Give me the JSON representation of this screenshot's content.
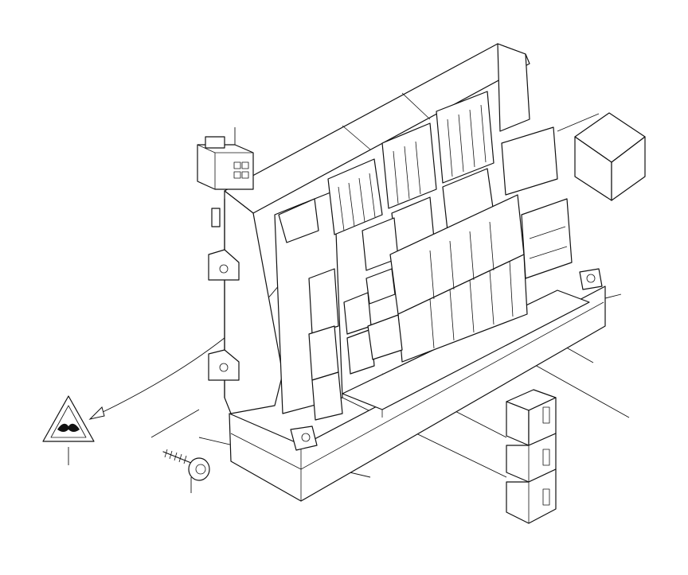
{
  "diagram": {
    "parts": [
      {
        "id": "fuse-box",
        "icon": "fuse-box-icon"
      },
      {
        "id": "plug-connector",
        "icon": "connector-plug-icon"
      },
      {
        "id": "relay-cube",
        "icon": "relay-icon"
      },
      {
        "id": "relay-stack",
        "icon": "relay-stack-icon"
      },
      {
        "id": "screw",
        "icon": "screw-icon"
      },
      {
        "id": "warning-label",
        "icon": "warning-triangle-icon"
      }
    ],
    "colors": {
      "line": "#111111",
      "background": "#ffffff"
    }
  }
}
